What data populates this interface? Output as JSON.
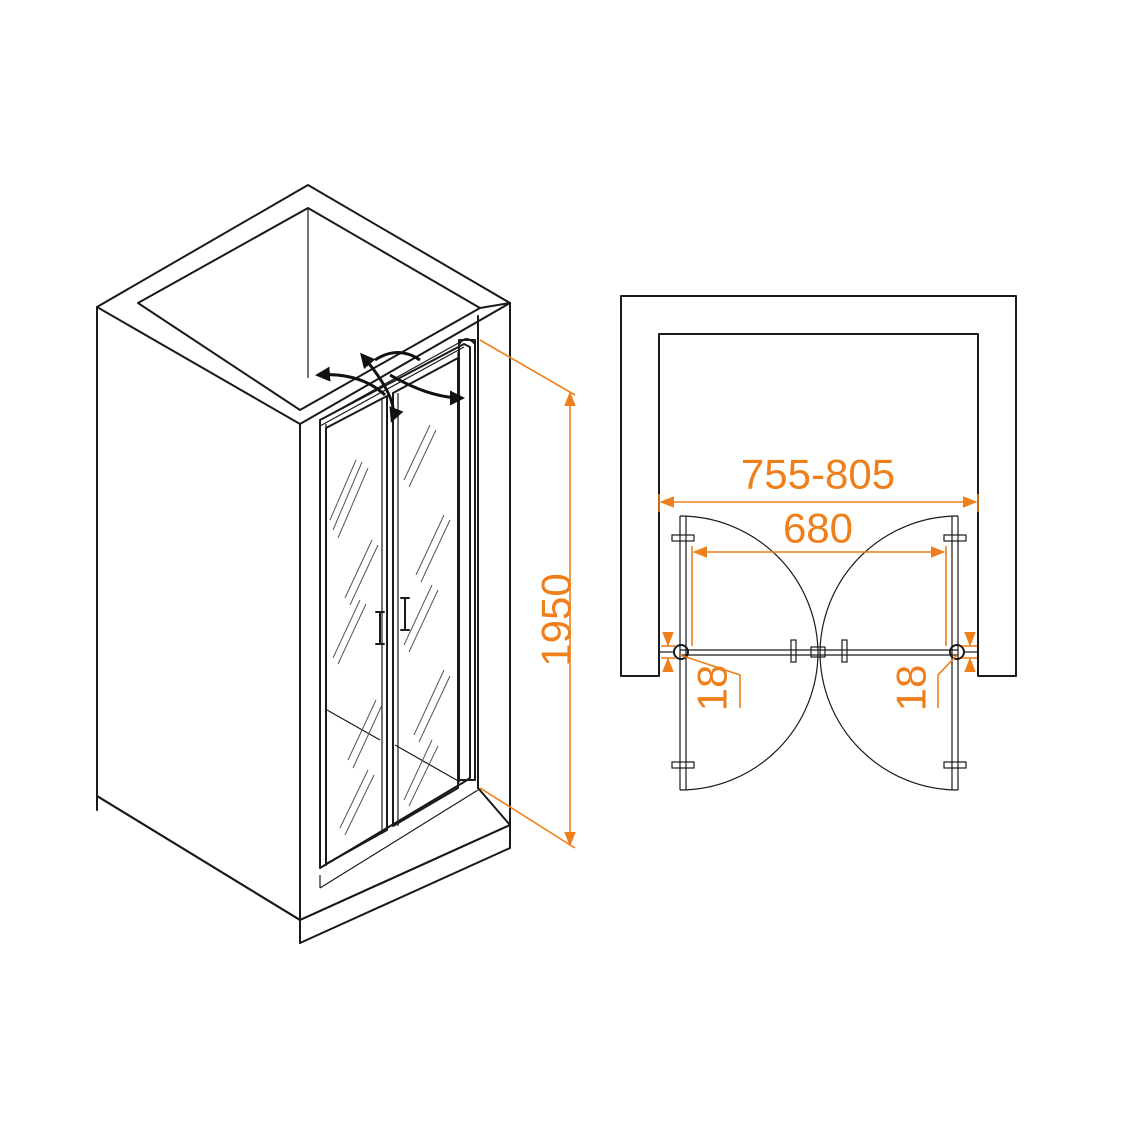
{
  "colors": {
    "dimension": "#ee7f1b",
    "outline": "#1a1a1a",
    "background": "#ffffff"
  },
  "isometric_view": {
    "height_label": "1950"
  },
  "plan_view": {
    "niche_width_label": "755-805",
    "door_opening_label": "680",
    "left_profile_label": "18",
    "right_profile_label": "18"
  }
}
